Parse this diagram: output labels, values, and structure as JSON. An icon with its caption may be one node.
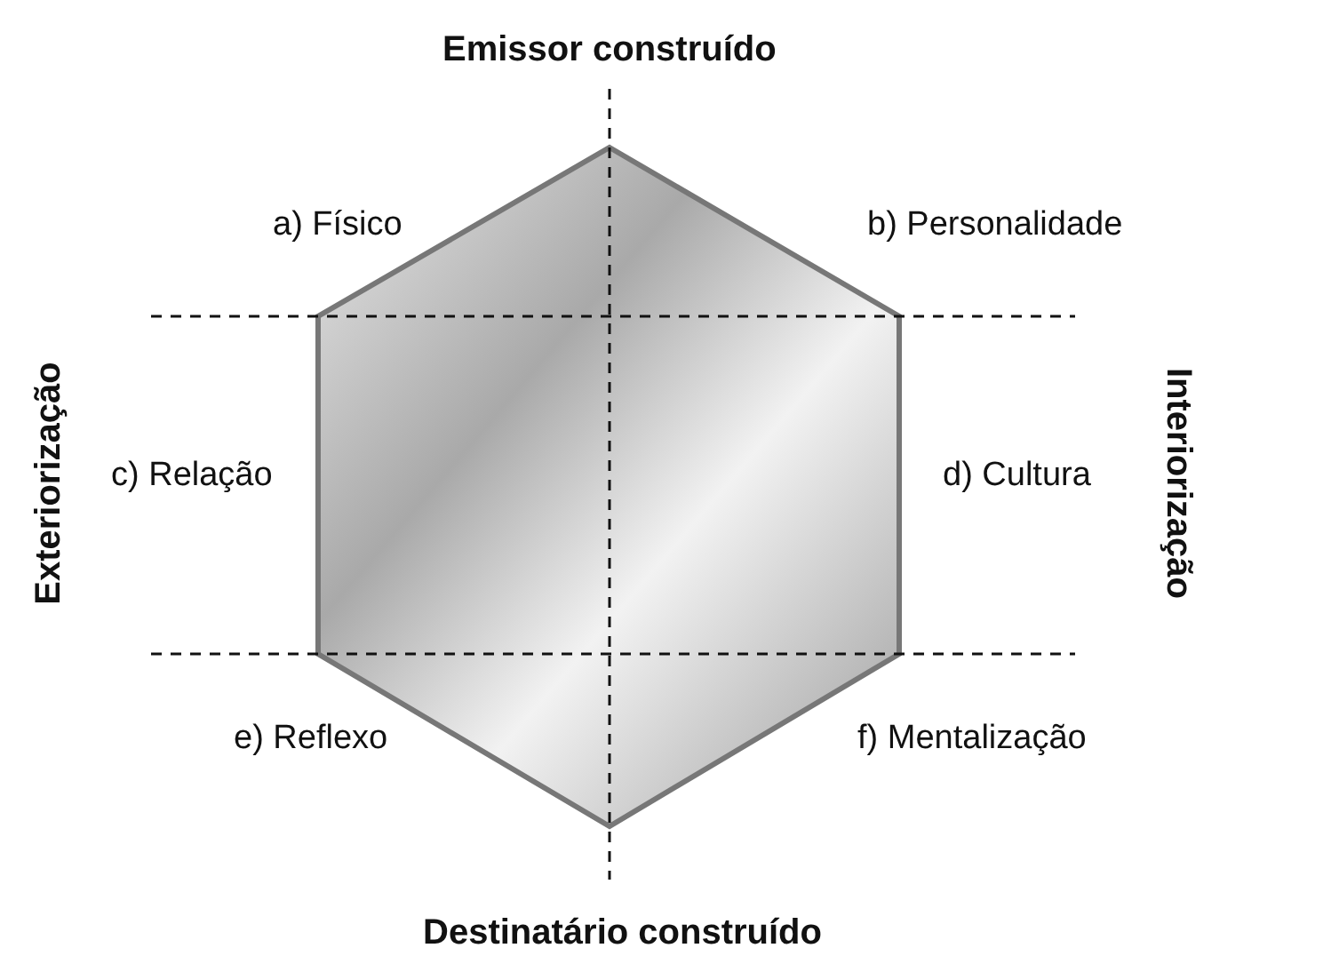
{
  "diagram": {
    "labels": [
      "Emissor construído",
      "a) Físico",
      "b) Personalidade",
      "Exteriorização",
      "c) Relação",
      "d) Cultura",
      "Interiorização",
      "e) Reflexo",
      "f) Mentalização",
      "Destinatário construído"
    ]
  }
}
